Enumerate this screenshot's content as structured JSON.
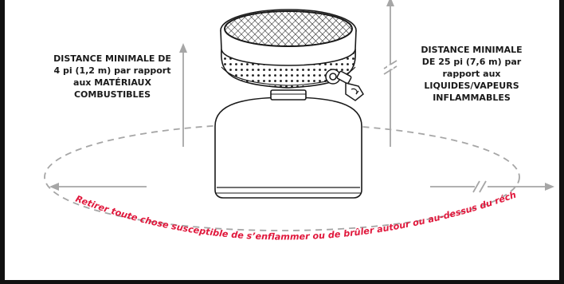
{
  "left_note": {
    "line1": "DISTANCE MINIMALE DE",
    "line2": "4 pi (1,2 m) par rapport",
    "line3": "aux MATÉRIAUX",
    "line4": "COMBUSTIBLES"
  },
  "right_note": {
    "line1": "DISTANCE MINIMALE",
    "line2": "DE 25 pi (7,6 m) par",
    "line3": "rapport aux",
    "line4": "LIQUIDES/VAPEURS",
    "line5": "INFLAMMABLES"
  },
  "warning_text": "Retirer toute chose susceptible de s’enflammer ou de brûler autour ou au-dessus du réchaud",
  "colors": {
    "warning": "#e0183c",
    "arrow": "#a6a6a6",
    "line": "#1a1a1a",
    "frame": "#111111"
  }
}
